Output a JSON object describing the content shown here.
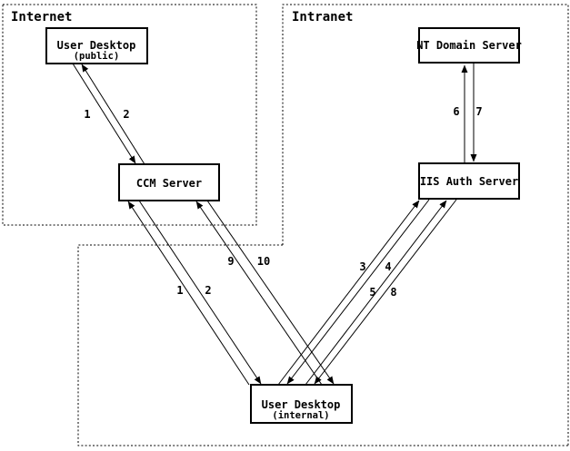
{
  "diagram": {
    "colors": {
      "line": "#000000",
      "background": "#ffffff"
    },
    "zones": [
      {
        "id": "internet",
        "label": "Internet"
      },
      {
        "id": "intranet",
        "label": "Intranet"
      }
    ],
    "nodes": [
      {
        "id": "user-desktop-public",
        "label": "User Desktop",
        "sublabel": "(public)"
      },
      {
        "id": "ccm-server",
        "label": "CCM Server"
      },
      {
        "id": "nt-domain-server",
        "label": "NT Domain Server"
      },
      {
        "id": "iis-auth-server",
        "label": "IIS Auth Server"
      },
      {
        "id": "user-desktop-internal",
        "label": "User Desktop",
        "sublabel": "(internal)"
      }
    ],
    "edges": [
      {
        "label": "1",
        "from": "user-desktop-public",
        "to": "ccm-server"
      },
      {
        "label": "2",
        "from": "ccm-server",
        "to": "user-desktop-public"
      },
      {
        "label": "1",
        "from": "user-desktop-internal",
        "to": "ccm-server"
      },
      {
        "label": "2",
        "from": "ccm-server",
        "to": "user-desktop-internal"
      },
      {
        "label": "9",
        "from": "user-desktop-internal",
        "to": "ccm-server"
      },
      {
        "label": "10",
        "from": "ccm-server",
        "to": "user-desktop-internal"
      },
      {
        "label": "6",
        "from": "iis-auth-server",
        "to": "nt-domain-server"
      },
      {
        "label": "7",
        "from": "nt-domain-server",
        "to": "iis-auth-server"
      },
      {
        "label": "3",
        "from": "user-desktop-internal",
        "to": "iis-auth-server"
      },
      {
        "label": "4",
        "from": "iis-auth-server",
        "to": "user-desktop-internal"
      },
      {
        "label": "5",
        "from": "user-desktop-internal",
        "to": "iis-auth-server"
      },
      {
        "label": "8",
        "from": "iis-auth-server",
        "to": "user-desktop-internal"
      }
    ]
  }
}
